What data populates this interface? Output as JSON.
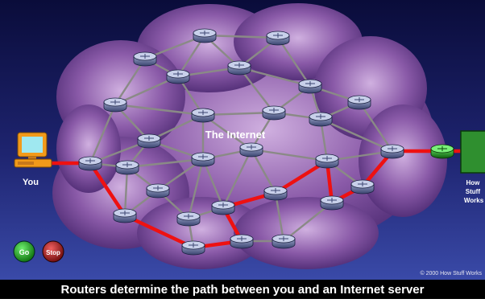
{
  "diagram": {
    "cloud_label": "The Internet",
    "you_label": "You",
    "server_label_lines": [
      "How",
      "Stuff",
      "Works"
    ],
    "copyright": "© 2000 How Stuff Works",
    "caption": "Routers determine the path between you and an Internet server",
    "buttons": {
      "go": "Go",
      "stop": "Stop"
    },
    "colors": {
      "background_top": "#0a0c3a",
      "background_bottom": "#3a4aa8",
      "cloud": "#8a5aa8",
      "route": "#ee1111",
      "link": "#8a8a86",
      "server": "#2f8f2f",
      "computer": "#f29a1a",
      "caption_bar": "#000000"
    }
  }
}
